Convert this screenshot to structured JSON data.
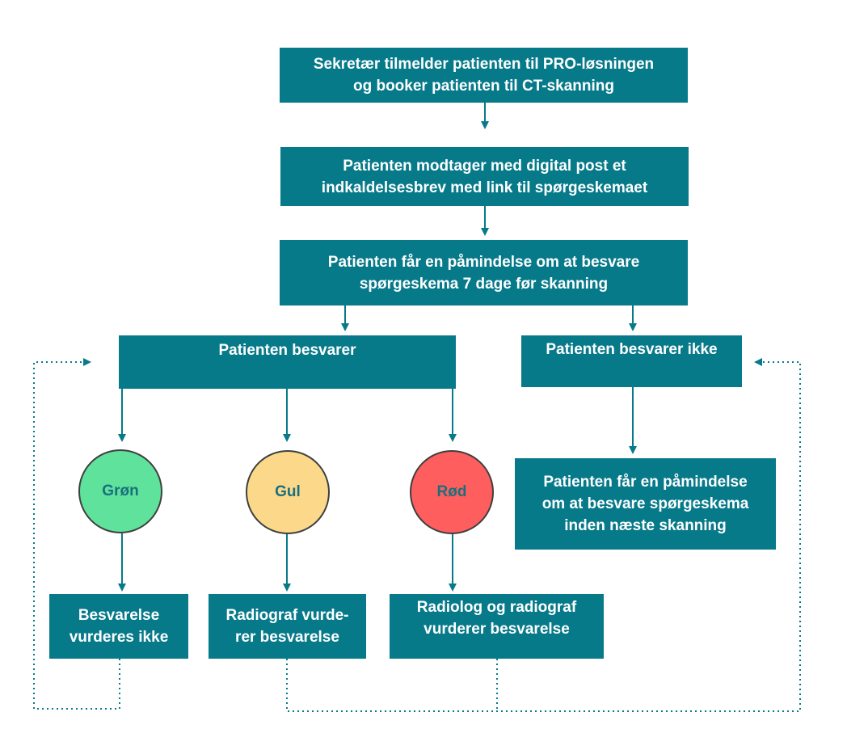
{
  "colors": {
    "box": "#077a8a",
    "box_text": "#ffffff",
    "arrow": "#077a8a",
    "green": "#5fe29b",
    "yellow": "#fcd98a",
    "red": "#ff5e5e",
    "circle_text": "#1a6f7d"
  },
  "steps": {
    "enroll": "Sekretær tilmelder patienten til PRO-løsningen\nog booker patienten til CT-skanning",
    "letter": "Patienten modtager med digital post et\nindkaldelsesbrev med link til spørgeskemaet",
    "reminder": "Patienten får en påmindelse om at besvare\nspørgeskema 7 dage før skanning"
  },
  "branches": {
    "answers": "Patienten besvarer",
    "no_answer": "Patienten besvarer ikke",
    "next_reminder": "Patienten får en påmindelse\nom at besvare spørgeskema\ninden næste skanning"
  },
  "triage": {
    "green": "Grøn",
    "yellow": "Gul",
    "red": "Rød"
  },
  "outcomes": {
    "green": "Besvarelse\nvurderes ikke",
    "yellow": "Radiograf vurde-\nrer besvarelse",
    "red": "Radiolog og radiograf\nvurderer besvarelse"
  }
}
